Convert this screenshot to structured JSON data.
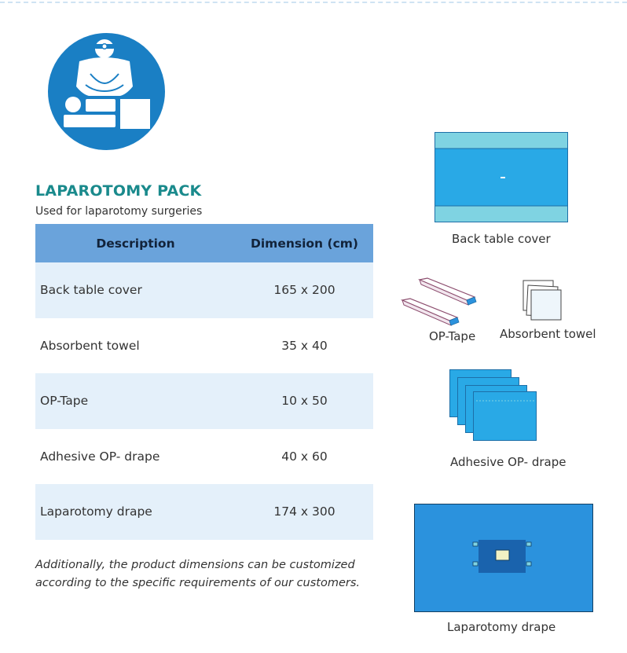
{
  "header": {
    "title": "LAPAROTOMY PACK",
    "subtitle": "Used for laparotomy surgeries"
  },
  "table": {
    "columns": [
      "Description",
      "Dimension (cm)"
    ],
    "rows": [
      {
        "description": "Back table cover",
        "dimension": "165 x 200"
      },
      {
        "description": "Absorbent towel",
        "dimension": "35 x 40"
      },
      {
        "description": "OP-Tape",
        "dimension": "10 x 50"
      },
      {
        "description": "Adhesive OP- drape",
        "dimension": "40 x 60"
      },
      {
        "description": "Laparotomy drape",
        "dimension": "174 x 300"
      }
    ]
  },
  "note": "Additionally, the product dimensions can be customized according to the specific requirements of our customers.",
  "figures": {
    "back_table_cover": "Back table cover",
    "op_tape": "OP-Tape",
    "absorbent_towel": "Absorbent towel",
    "adhesive_drape": "Adhesive OP- drape",
    "laparotomy_drape": "Laparotomy drape"
  },
  "icons": {
    "logo": "surgeon-patient-icon"
  },
  "colors": {
    "title": "#1a8a8c",
    "table_header": "#6aa3db",
    "table_row_alt": "#e4f0fa",
    "logo_blue": "#1a7fc4",
    "drape_blue": "#29a9e6",
    "drape_teal": "#7fd3e2",
    "laparotomy_blue": "#2b92dd"
  }
}
